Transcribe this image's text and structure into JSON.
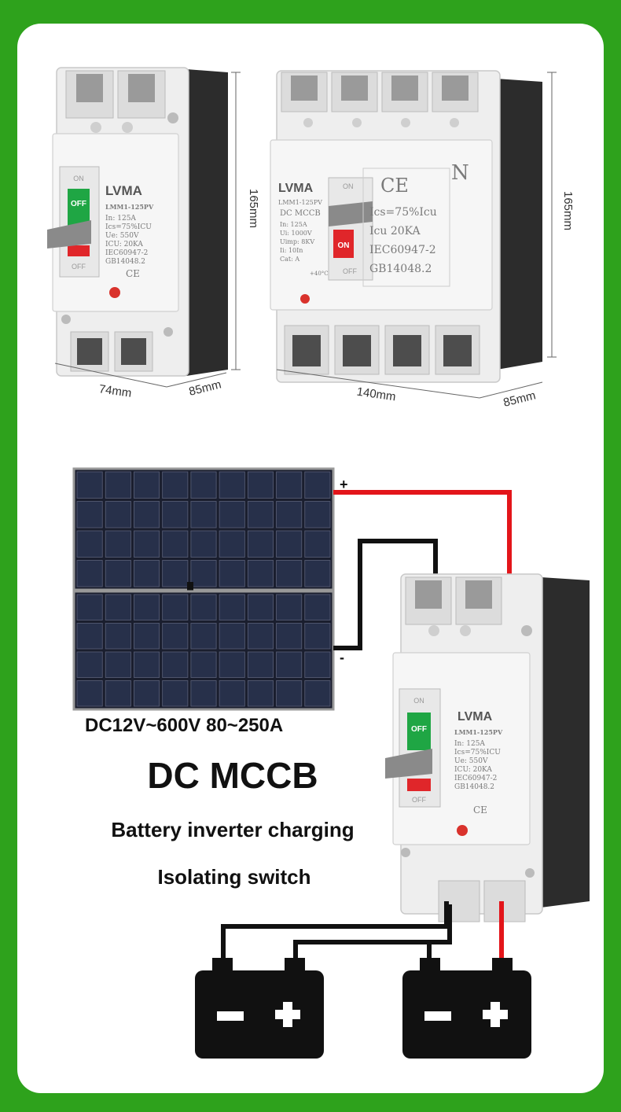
{
  "top_products": {
    "left": {
      "brand": "LVMA",
      "model": "LMM1-125PV",
      "specs": [
        "In:   125A",
        "Ics=75%ICU",
        "Ue:   550V",
        "ICU:  20KA",
        "IEC60947-2",
        "GB14048.2"
      ],
      "mark": "CE",
      "switch_on": "OFF",
      "switch_on_top": "ON",
      "switch_off": "OFF",
      "dim_height": "165mm",
      "dim_width": "74mm",
      "dim_depth": "85mm"
    },
    "right": {
      "brand": "LVMA",
      "model": "LMM1-125PV",
      "type": "DC  MCCB",
      "specs": [
        "In:      125A",
        "Ui:     1000V",
        "Uimp:     8KV",
        "Ii:      10In",
        "Cat:        A"
      ],
      "big_specs": [
        "Ics=75%Icu",
        "Icu   20KA",
        "IEC60947-2",
        "GB14048.2"
      ],
      "ce": "CE",
      "n_label": "N",
      "switch_top": "ON",
      "switch_on": "ON",
      "switch_off": "OFF",
      "temp": "+40°C",
      "dim_height": "165mm",
      "dim_width": "140mm",
      "dim_depth": "85mm"
    }
  },
  "diagram": {
    "plus": "+",
    "minus": "-",
    "voltage_text": "DC12V~600V 80~250A",
    "title": "DC MCCB",
    "subtitle1": "Battery inverter charging",
    "subtitle2": "Isolating switch",
    "breaker": {
      "brand": "LVMA",
      "model": "LMM1-125PV",
      "specs": [
        "In:   125A",
        "Ics=75%ICU",
        "Ue:   550V",
        "ICU:  20KA",
        "IEC60947-2",
        "GB14048.2"
      ],
      "mark": "CE",
      "switch_on": "OFF",
      "switch_top": "ON",
      "switch_off": "OFF"
    },
    "battery1": {
      "neg": "−",
      "pos": "+"
    },
    "battery2": {
      "neg": "−",
      "pos": "+"
    }
  },
  "colors": {
    "frame": "#2ea21c",
    "wire_red": "#e3151a",
    "wire_black": "#111111",
    "switch_green": "#1fa644",
    "switch_red": "#e0262a"
  }
}
